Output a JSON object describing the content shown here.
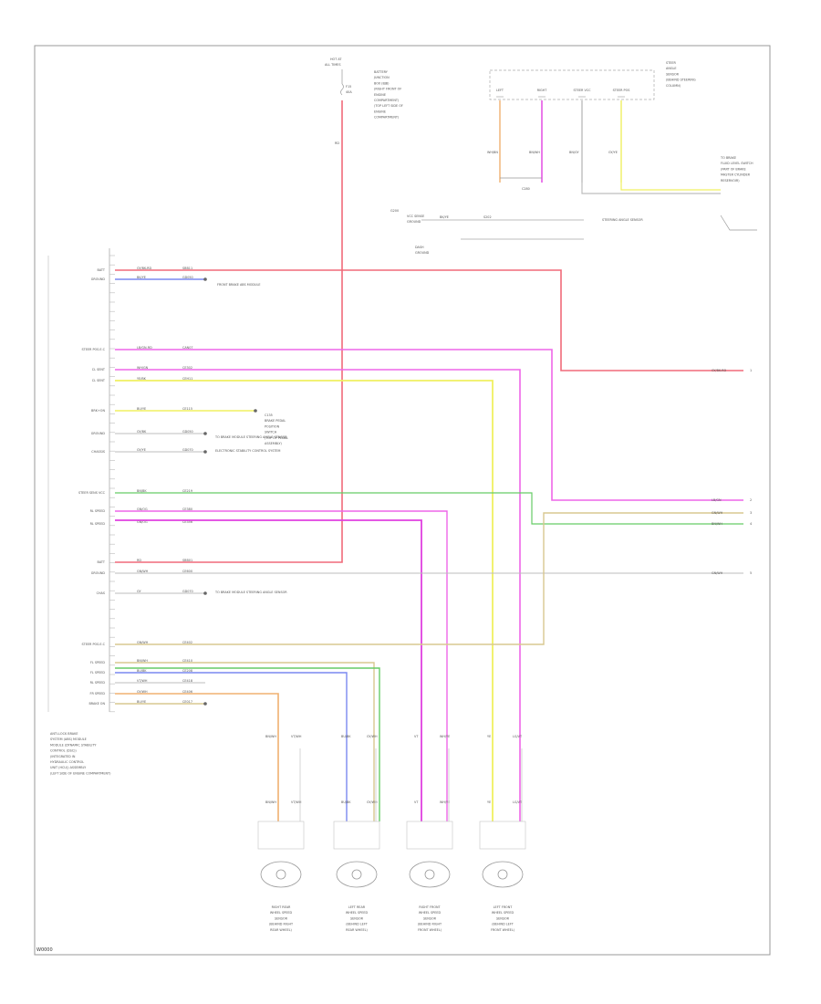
{
  "figure_id": "W0000",
  "colors": {
    "red": "#f06a7a",
    "pink": "#ee66e8",
    "magenta": "#e040e0",
    "yellow": "#f0f060",
    "blue": "#7a88f0",
    "orange": "#f0b070",
    "green": "#66cc66",
    "tan": "#d8c890",
    "gray": "#bdbdbd",
    "frame": "#9a9a9a"
  },
  "main_module": {
    "left_labels": [
      "BATT",
      "GROUND",
      "STEER POS.E.C",
      "CL SENT",
      "CL SENT",
      "BRK+ON",
      "GROUND",
      "CHASSIS",
      "STEER SENS VCC",
      "RL SPEED",
      "RL SPEED",
      "BATT",
      "GROUND",
      "CHAS",
      "STEER POS.E.C",
      "FL SPEED",
      "FL SPEED",
      "RL SPEED",
      "FR SPEED",
      "BRAKE ON"
    ],
    "wire_colors": [
      "GY/BK-RD",
      "BK/YE",
      "LB/GN-RD",
      "WH/GN",
      "YE/BK",
      "BU/YE",
      "GY/BK",
      "GY/YE",
      "BN/BK",
      "GN/OG",
      "GN/OG",
      "RD",
      "GN/WH",
      "GY",
      "GN/WH",
      "BN/WH",
      "BU/BK",
      "VT/WH",
      "GY/WH",
      "BU/YE"
    ],
    "circuit_ids": [
      "SBB11",
      "GD050",
      "CAN07",
      "CE302",
      "CEH11",
      "CE115",
      "GD050",
      "GD070",
      "CE219",
      "CE380",
      "CE356",
      "SBB01",
      "CE600",
      "GD070",
      "CE402",
      "CE410",
      "CE208",
      "CE418",
      "CE406",
      "CE017"
    ],
    "note_ground": "FRONT BRAKE ABS MODULE",
    "note_chas1": "TO BRAKE MODULE STEERING ANGLE SENSOR",
    "note_chas2": "ELECTRONIC STABILITY CONTROL SYSTEM",
    "caption": [
      "ANTI-LOCK BRAKE",
      "SYSTEM (ABS) MODULE",
      "MODULE (DYNAMIC STABILITY",
      "CONTROL (DSC))",
      "(INTEGRATED IN",
      "HYDRAULIC CONTROL",
      "UNIT (HCU)) ASSEMBLY",
      "(LEFT SIDE OF ENGINE COMPARTMENT)"
    ],
    "note_brake": [
      "C135",
      "BRAKE PEDAL",
      "POSITION",
      "SWITCH",
      "(TOP OF PEDAL",
      "ASSEMBLY)"
    ]
  },
  "fuse": {
    "label_top": "HOT AT",
    "label_top2": "ALL TIMES",
    "fuse_name": "F15",
    "fuse_amp": "40A",
    "desc": [
      "BATTERY",
      "JUNCTION",
      "BOX (BJB)",
      "(RIGHT FRONT OF",
      "ENGINE",
      "COMPARTMENT)",
      "(TOP LEFT SIDE OF",
      "ENGINE",
      "COMPARTMENT)"
    ],
    "wire": "RD"
  },
  "sensor_box": {
    "pins": [
      "LEFT",
      "RIGHT",
      "STEER VCC",
      "STEER POS"
    ],
    "desc": [
      "STEER",
      "ANGLE",
      "SENSOR",
      "(BEHIND STEERING",
      "COLUMN)"
    ],
    "wire_labels": [
      "WH/BN",
      "BN/WH",
      "BN/GY",
      "GY/YE"
    ],
    "connector": "C280",
    "note_right": [
      "TO BRAKE",
      "FLUID LEVEL SWITCH",
      "(PART OF BRAKE",
      "MASTER CYLINDER",
      "RESERVOIR)"
    ],
    "ground_labels": [
      "G200",
      "VCC SENSE",
      "GROUND",
      "STEERING ANGLE SENSOR"
    ],
    "splice_labels": [
      "BK/YE",
      "S202",
      "DASH",
      "GROUND"
    ]
  },
  "right_outputs": [
    {
      "label": "GY/BK-RD",
      "num": "1"
    },
    {
      "label": "LB/GN",
      "num": "2"
    },
    {
      "label": "GN/WH",
      "num": "3"
    },
    {
      "label": "BN/WH",
      "num": "4"
    },
    {
      "label": "GN/WH",
      "num": "5"
    }
  ],
  "wheel_sensors": [
    {
      "name": [
        "RIGHT REAR",
        "WHEEL SPEED",
        "SENSOR",
        "(BEHIND RIGHT",
        "REAR WHEEL)"
      ],
      "w1": "BN/WH",
      "w2": "VT/WH"
    },
    {
      "name": [
        "LEFT REAR",
        "WHEEL SPEED",
        "SENSOR",
        "(BEHIND LEFT",
        "REAR WHEEL)"
      ],
      "w1": "BU/BK",
      "w2": "GY/WH"
    },
    {
      "name": [
        "RIGHT FRONT",
        "WHEEL SPEED",
        "SENSOR",
        "(BEHIND RIGHT",
        "FRONT WHEEL)"
      ],
      "w1": "VT",
      "w2": "WH/YE"
    },
    {
      "name": [
        "LEFT FRONT",
        "WHEEL SPEED",
        "SENSOR",
        "(BEHIND LEFT",
        "FRONT WHEEL)"
      ],
      "w1": "YE",
      "w2": "LG/VT"
    }
  ]
}
